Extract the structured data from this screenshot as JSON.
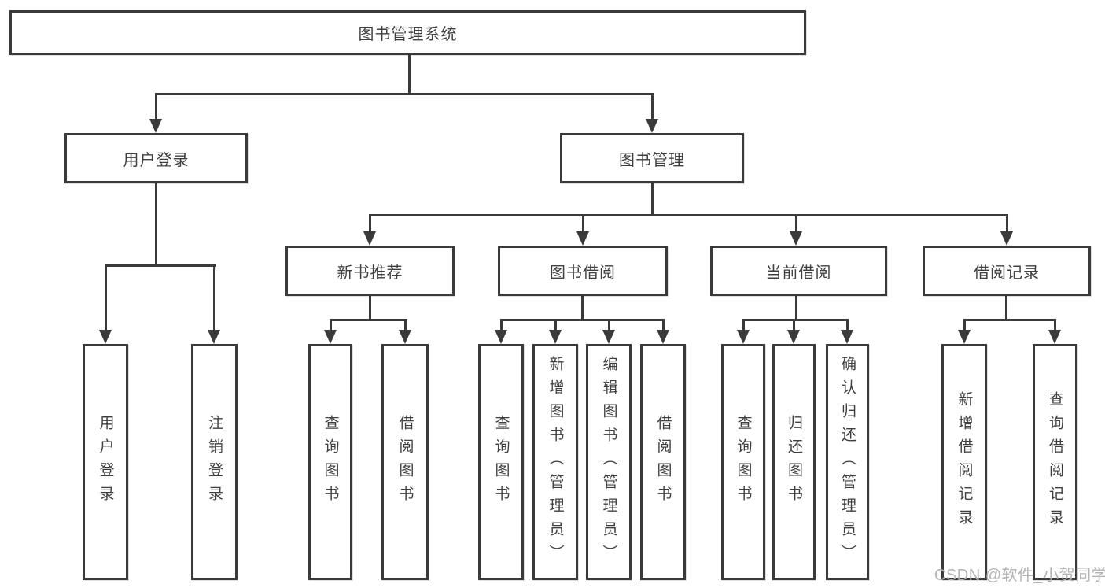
{
  "tree": {
    "root": {
      "label": "图书管理系统",
      "children": [
        {
          "label": "用户登录",
          "children": [
            {
              "label": "用户登录"
            },
            {
              "label": "注销登录"
            }
          ]
        },
        {
          "label": "图书管理",
          "children": [
            {
              "label": "新书推荐",
              "children": [
                {
                  "label": "查询图书"
                },
                {
                  "label": "借阅图书"
                }
              ]
            },
            {
              "label": "图书借阅",
              "children": [
                {
                  "label": "查询图书"
                },
                {
                  "label": "新增图书（管理员）"
                },
                {
                  "label": "编辑图书（管理员）"
                },
                {
                  "label": "借阅图书"
                }
              ]
            },
            {
              "label": "当前借阅",
              "children": [
                {
                  "label": "查询图书"
                },
                {
                  "label": "归还图书"
                },
                {
                  "label": "确认归还（管理员）"
                }
              ]
            },
            {
              "label": "借阅记录",
              "children": [
                {
                  "label": "新增借阅记录"
                },
                {
                  "label": "查询借阅记录"
                }
              ]
            }
          ]
        }
      ]
    }
  },
  "watermark": {
    "text": "CSDN @软件_小贺同学"
  },
  "colors": {
    "line": "#3a3a3a",
    "text": "#3f3f3f",
    "background": "#ffffff",
    "watermark": "#b3b3b3"
  }
}
